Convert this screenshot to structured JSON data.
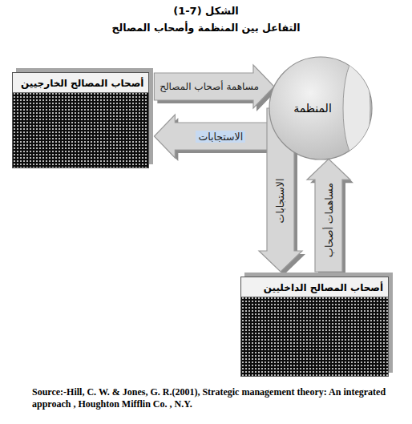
{
  "diagram": {
    "title": "الشكل (7-1)",
    "caption": "Source:-Hill, C. W. & Jones, G. R.(2001), Strategic management theory: An integrated approach , Houghton Mifflin Co. , N.Y.",
    "nodes": [
      {
        "text": [
          "أصحاب المصالح الخارجيين"
        ]
      },
      {
        "text": [
          "المنظمة"
        ]
      },
      {
        "text": [
          "أصحاب المصالح الداخليين"
        ]
      }
    ],
    "edges": [
      {
        "from": 0,
        "to": 1,
        "label": "مساهمة أصحاب المصالح",
        "arrow": "to"
      },
      {
        "from": 1,
        "to": 0,
        "label": "الاستجابات",
        "arrow": "to"
      },
      {
        "from": 1,
        "to": 2,
        "label": "الاستجابات",
        "arrow": "to"
      },
      {
        "from": 2,
        "to": 1,
        "label": "مساهمات أصحاب",
        "arrow": "to"
      }
    ],
    "labels": [
      "التفاعل بين المنظمة وأصحاب المصالح"
    ]
  }
}
